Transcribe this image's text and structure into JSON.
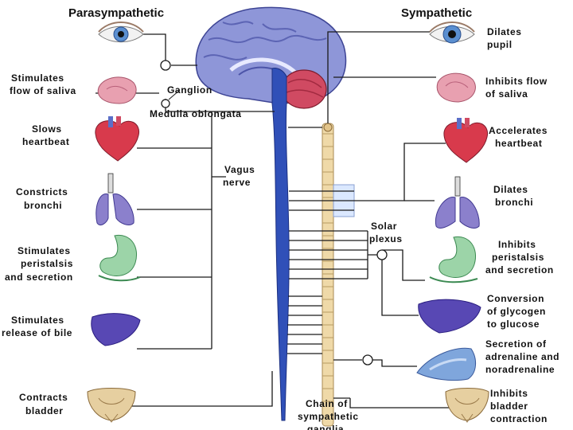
{
  "headers": {
    "parasympathetic": "Parasympathetic",
    "sympathetic": "Sympathetic"
  },
  "parasympathetic_effects": {
    "saliva": [
      "Stimulates",
      "flow of saliva"
    ],
    "heart": [
      "Slows",
      "heartbeat"
    ],
    "bronchi": [
      "Constricts",
      "bronchi"
    ],
    "peristalsis": [
      "Stimulates",
      "peristalsis",
      "and secretion"
    ],
    "bile": [
      "Stimulates",
      "release of bile"
    ],
    "bladder": [
      "Contracts",
      "bladder"
    ]
  },
  "sympathetic_effects": {
    "pupil": [
      "Dilates",
      "pupil"
    ],
    "saliva": [
      "Inhibits flow",
      "of saliva"
    ],
    "heart": [
      "Accelerates",
      "heartbeat"
    ],
    "bronchi": [
      "Dilates",
      "bronchi"
    ],
    "peristalsis": [
      "Inhibits",
      "peristalsis",
      "and secretion"
    ],
    "glycogen": [
      "Conversion",
      "of glycogen",
      "to glucose"
    ],
    "adrenaline": [
      "Secretion of",
      "adrenaline and",
      "noradrenaline"
    ],
    "bladder": [
      "Inhibits",
      "bladder",
      "contraction"
    ]
  },
  "structures": {
    "ganglion": "Ganglion",
    "medulla": "Medulla oblongata",
    "vagus": [
      "Vagus",
      "nerve"
    ],
    "solar_plexus": [
      "Solar",
      "plexus"
    ],
    "chain": [
      "Chain of",
      "sympathetic",
      "ganglia"
    ]
  },
  "colors": {
    "brain": "#8e96d8",
    "brain_fold": "#5c64b4",
    "cerebellum": "#d04a62",
    "spinal_cord": "#3050b8",
    "sympathetic_chain": "#efd9a8",
    "heart": "#d83a4c",
    "lungs": "#8b80cc",
    "stomach": "#9cd4a8",
    "liver": "#5848b4",
    "gland": "#e8a0b0",
    "bladder": "#e6cfa0",
    "eye_iris": "#5b8fd0"
  }
}
